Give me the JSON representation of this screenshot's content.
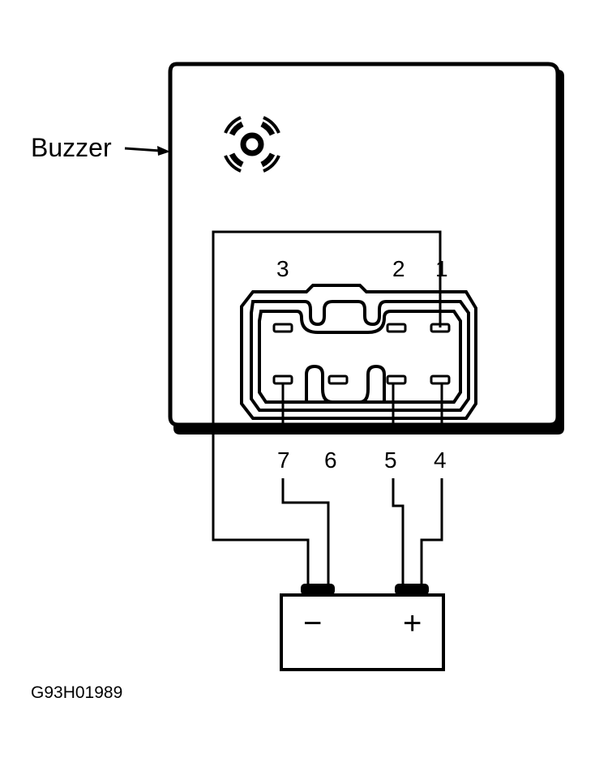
{
  "diagram": {
    "component_label": "Buzzer",
    "figure_code": "G93H01989",
    "pins": {
      "p1": "1",
      "p2": "2",
      "p3": "3",
      "p4": "4",
      "p5": "5",
      "p6": "6",
      "p7": "7"
    },
    "battery": {
      "negative": "−",
      "positive": "+"
    }
  }
}
